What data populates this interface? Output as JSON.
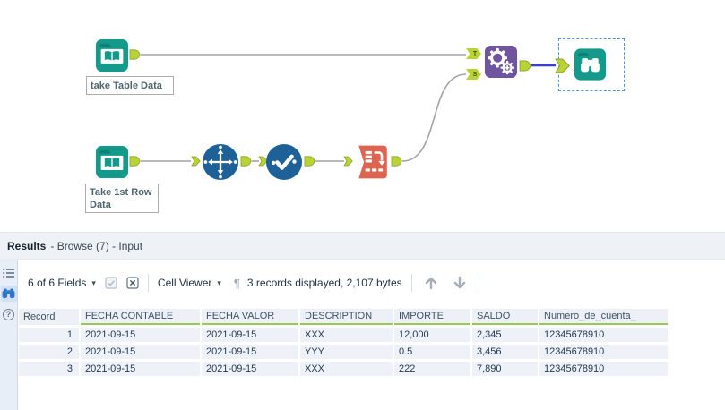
{
  "workflow": {
    "tool_labels": {
      "input_table": "take Table Data",
      "input_first_row": "Take 1st Row Data"
    },
    "anchors": {
      "target": "T",
      "source": "S"
    },
    "icon_names": [
      "input-data-book-icon",
      "arrange-arrows-icon",
      "select-check-icon",
      "transpose-list-icon",
      "append-fields-gears-icon",
      "browse-binoculars-icon"
    ]
  },
  "results": {
    "header": {
      "title": "Results",
      "context": "- Browse (7) - Input"
    },
    "toolbar": {
      "fields_selector": "6 of 6 Fields",
      "cell_viewer": "Cell Viewer",
      "records_summary": "3 records displayed, 2,107 bytes"
    },
    "table": {
      "columns": [
        "Record",
        "FECHA CONTABLE",
        "FECHA VALOR",
        "DESCRIPTION",
        "IMPORTE",
        "SALDO",
        "Numero_de_cuenta_"
      ],
      "rows": [
        [
          "1",
          "2021-09-15",
          "2021-09-15",
          "XXX",
          "12,000",
          "2,345",
          "12345678910"
        ],
        [
          "2",
          "2021-09-15",
          "2021-09-15",
          "YYY",
          "0.5",
          "3,456",
          "12345678910"
        ],
        [
          "3",
          "2021-09-15",
          "2021-09-15",
          "XXX",
          "222",
          "7,890",
          "12345678910"
        ]
      ]
    }
  },
  "icons": {
    "caret": "▾",
    "pilcrow": "¶",
    "help": "?"
  },
  "colors": {
    "tool_teal": "#149a8b",
    "tool_blue": "#1d6198",
    "tool_orange": "#dd6451",
    "tool_purple": "#6f549e",
    "anchor_green": "#b9d337",
    "wire_gray": "#a3a3a3",
    "selected_wire_blue": "#3b3ed6",
    "header_underline_green": "#98ca51"
  }
}
